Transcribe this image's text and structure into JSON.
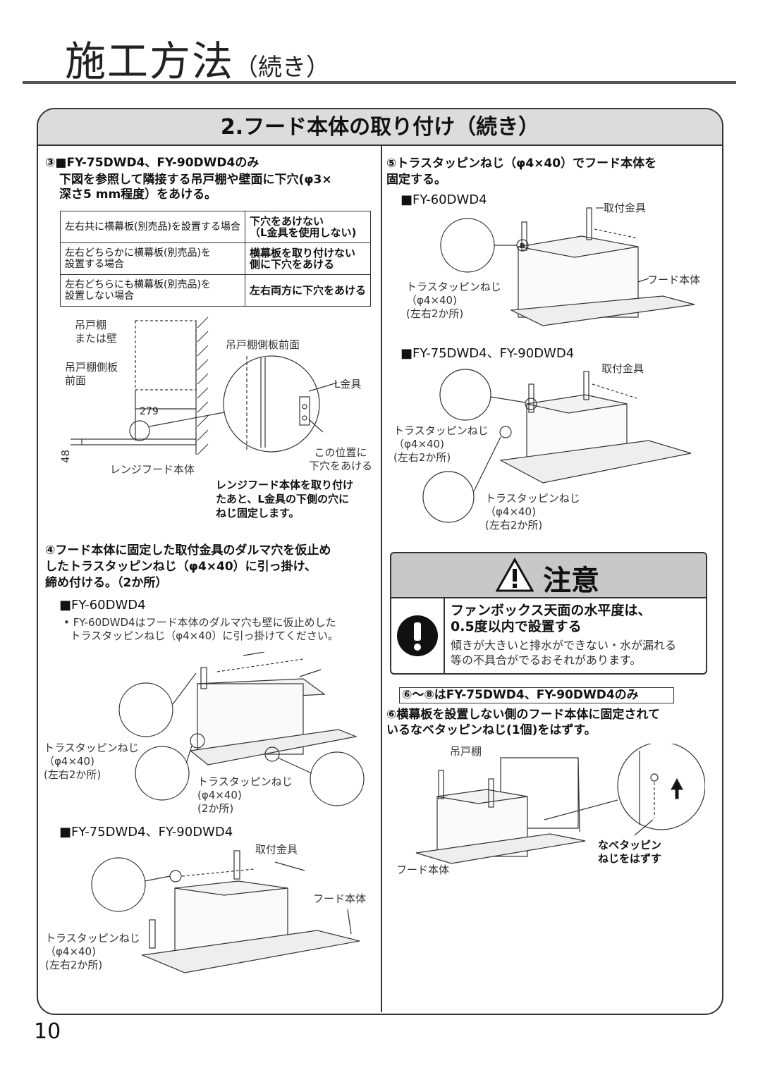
{
  "page": {
    "title": "施工方法",
    "title_suffix": "（続き）",
    "page_number": "10"
  },
  "section": {
    "heading": "2.フード本体の取り付け（続き）"
  },
  "step3": {
    "head": "③■FY-75DWD4、FY-90DWD4のみ",
    "body": "下図を参照して隣接する吊戸棚や壁面に下穴(φ3×\n深さ5 mm程度）をあける。",
    "table": [
      {
        "cond": "左右共に横幕板(別売品)を設置する場合",
        "action": "下穴をあけない\n（L金具を使用しない)"
      },
      {
        "cond": "左右どちらかに横幕板(別売品)を\n設置する場合",
        "action": "横幕板を取り付けない\n側に下穴をあける"
      },
      {
        "cond": "左右どちらにも横幕板(別売品)を\n設置しない場合",
        "action": "左右両方に下穴をあける"
      }
    ],
    "fig": {
      "cabinet_wall": "吊戸棚\nまたは壁",
      "side_front": "吊戸棚側板\n前面",
      "dim_279": "279",
      "dim_48": "48",
      "hood_body": "レンジフード本体",
      "side_front_zoom": "吊戸棚側板前面",
      "l_bracket": "L金具",
      "hole_here": "この位置に\n下穴をあける",
      "note": "レンジフード本体を取り付け\nたあと、L金具の下側の穴に\nねじ固定します。"
    }
  },
  "step4": {
    "head": "④フード本体に固定した取付金具のダルマ穴を仮止め\nしたトラスタッピンねじ（φ4×40）に引っ掛け、\n締め付ける。（2か所）",
    "model_a": "■FY-60DWD4",
    "bullet": "• FY-60DWD4はフード本体のダルマ穴も壁に仮止めした\n  トラスタッピンねじ（φ4×40）に引っ掛けてください。",
    "fig_a_screw1": "トラスタッピンねじ\n（φ4×40)\n(左右2か所)",
    "fig_a_screw2": "トラスタッピンねじ\n(φ4×40)\n(2か所)",
    "model_b": "■FY-75DWD4、FY-90DWD4",
    "fig_b_bracket": "取付金具",
    "fig_b_hood": "フード本体",
    "fig_b_screw": "トラスタッピンねじ\n（φ4×40)\n(左右2か所)"
  },
  "step5": {
    "head": "⑤トラスタッピンねじ（φ4×40）でフード本体を\n固定する。",
    "model_a": "■FY-60DWD4",
    "fig_a_bracket": "取付金具",
    "fig_a_hood": "フード本体",
    "fig_a_screw": "トラスタッピンねじ\n（φ4×40)\n(左右2か所)",
    "model_b": "■FY-75DWD4、FY-90DWD4",
    "fig_b_bracket": "取付金具",
    "fig_b_screw1": "トラスタッピンねじ\n（φ4×40)\n(左右2か所)",
    "fig_b_screw2": "トラスタッピンねじ\n（φ4×40)\n(左右2か所)",
    "callout": "B"
  },
  "caution": {
    "word": "注意",
    "main": "ファンボックス天面の水平度は、\n0.5度以内で設置する",
    "sub": "傾きが大きいと排水ができない・水が漏れる\n等の不具合がでるおそれがあります。"
  },
  "step6": {
    "note": "⑥〜⑧はFY-75DWD4、FY-90DWD4のみ",
    "head": "⑥横幕板を設置しない側のフード本体に固定されて\nいるなベタッピンねじ(1個)をはずす。",
    "fig_cabinet": "吊戸棚",
    "fig_hood": "フード本体",
    "fig_remove": "なベタッピン\nねじをはずす"
  }
}
